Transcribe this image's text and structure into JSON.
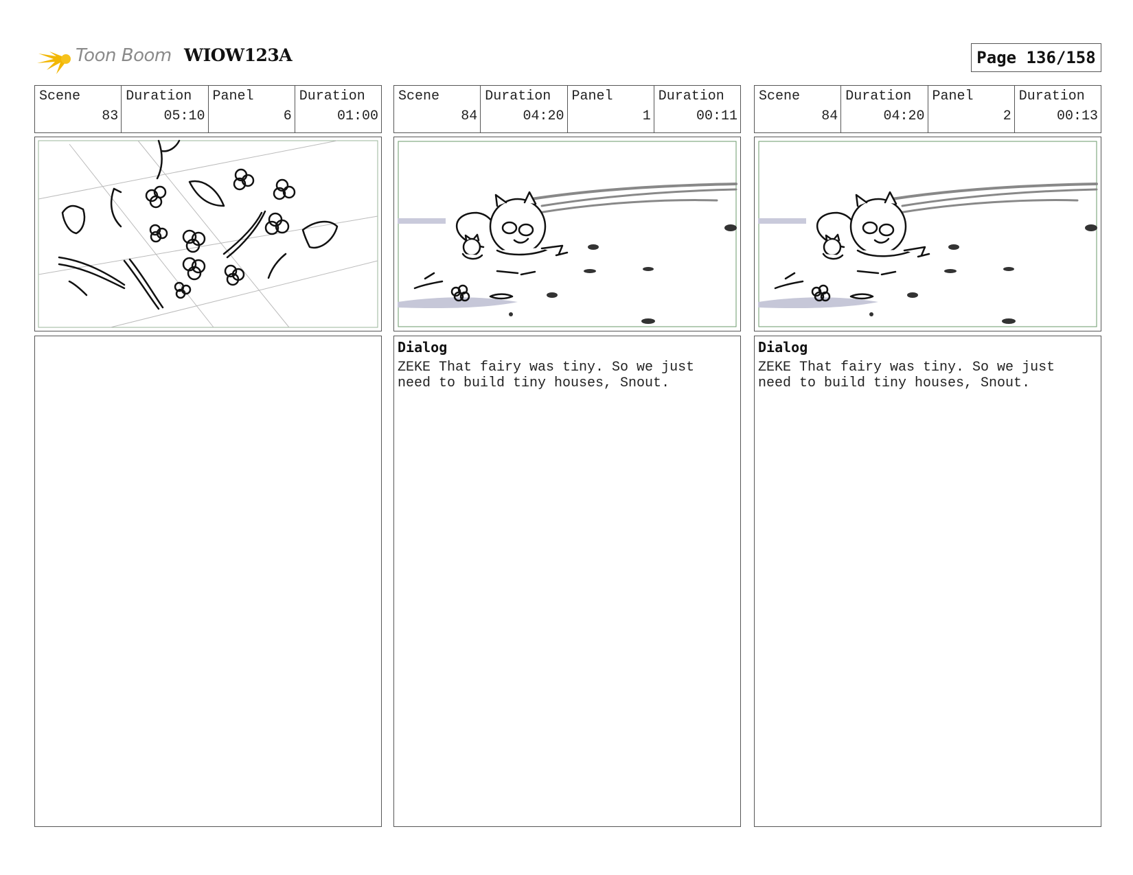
{
  "header": {
    "logo_text": "Toon Boom",
    "project": "WIOW123A",
    "page_label": "Page 136/158"
  },
  "columns": [
    {
      "fields": [
        {
          "label": "Scene",
          "value": "83"
        },
        {
          "label": "Duration",
          "value": "05:10"
        },
        {
          "label": "Panel",
          "value": "6"
        },
        {
          "label": "Duration",
          "value": "01:00"
        }
      ],
      "notes_heading": "",
      "notes_text": ""
    },
    {
      "fields": [
        {
          "label": "Scene",
          "value": "84"
        },
        {
          "label": "Duration",
          "value": "04:20"
        },
        {
          "label": "Panel",
          "value": "1"
        },
        {
          "label": "Duration",
          "value": "00:11"
        }
      ],
      "notes_heading": "Dialog",
      "notes_text": "ZEKE That fairy was tiny. So we just need to build tiny houses, Snout."
    },
    {
      "fields": [
        {
          "label": "Scene",
          "value": "84"
        },
        {
          "label": "Duration",
          "value": "04:20"
        },
        {
          "label": "Panel",
          "value": "2"
        },
        {
          "label": "Duration",
          "value": "00:13"
        }
      ],
      "notes_heading": "Dialog",
      "notes_text": "ZEKE That fairy was tiny. So we just need to build tiny houses, Snout."
    }
  ],
  "colors": {
    "logo_star": "#f2b705",
    "safe_frame": "#6a9a6a",
    "border": "#555555"
  }
}
